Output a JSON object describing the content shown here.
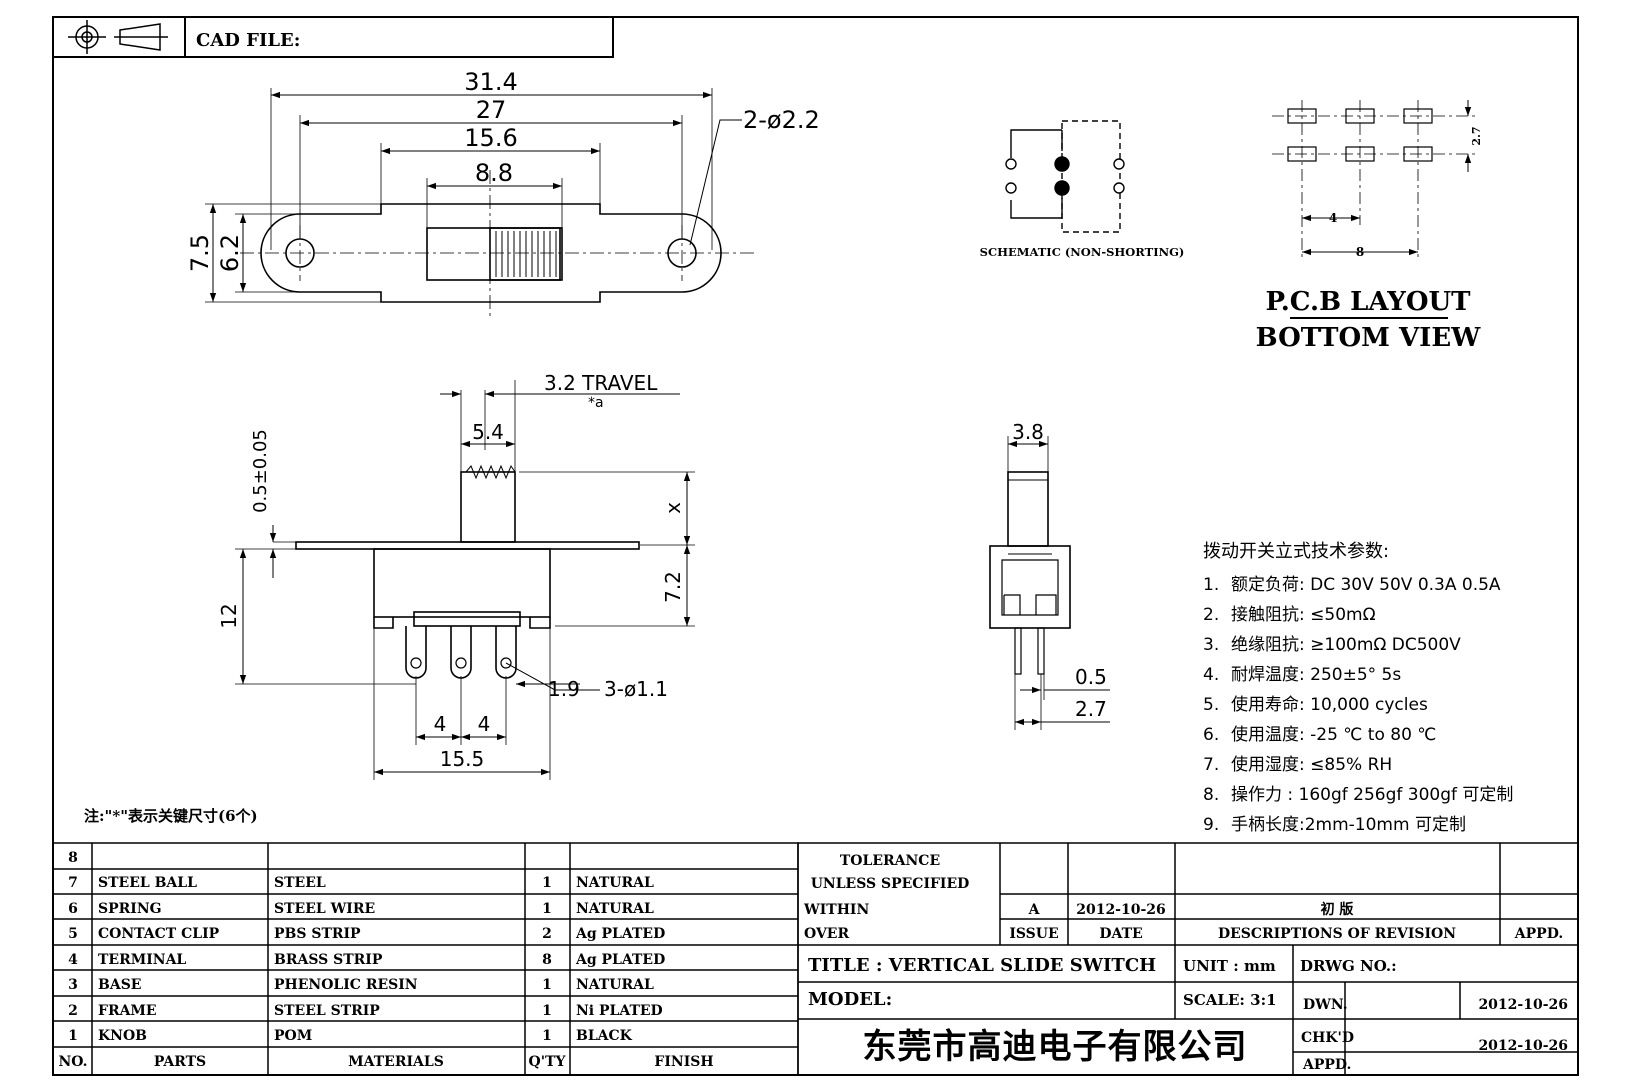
{
  "header": {
    "cad_file_label": "CAD FILE:"
  },
  "top_view": {
    "dims": [
      "31.4",
      "27",
      "15.6",
      "8.8",
      "7.5",
      "6.2"
    ],
    "hole_callout": "2-ø2.2"
  },
  "front_view": {
    "travel": "3.2 TRAVEL",
    "travel_note": "*a",
    "dims": [
      "5.4",
      "0.5±0.05",
      "x",
      "12",
      "7.2",
      "4",
      "4",
      "15.5",
      "1.9"
    ],
    "pin_callout": "3-ø1.1"
  },
  "side_view": {
    "dims": [
      "3.8",
      "0.5",
      "2.7"
    ]
  },
  "schematic": {
    "label": "SCHEMATIC (NON-SHORTING)"
  },
  "pcb": {
    "dims": [
      "2.7",
      "4",
      "8"
    ],
    "title_line1": "P.C.B LAYOUT",
    "title_line2": "BOTTOM VIEW"
  },
  "specs": {
    "heading": "拨动开关立式技术参数:",
    "items": [
      {
        "n": "1.",
        "text": "额定负荷: DC 30V    50V    0.3A    0.5A"
      },
      {
        "n": "2.",
        "text": "接触阻抗: ≤50mΩ"
      },
      {
        "n": "3.",
        "text": "绝缘阻抗: ≥100mΩ   DC500V"
      },
      {
        "n": "4.",
        "text": "耐焊温度: 250±5°  5s"
      },
      {
        "n": "5.",
        "text": "使用寿命: 10,000 cycles"
      },
      {
        "n": "6.",
        "text": "使用温度: -25 ℃  to 80 ℃"
      },
      {
        "n": "7.",
        "text": "使用湿度: ≤85% RH"
      },
      {
        "n": "8.",
        "text": "操作力 : 160gf    256gf    300gf  可定制"
      },
      {
        "n": "9.",
        "text": "手柄长度:2mm-10mm  可定制"
      }
    ]
  },
  "note": "注:\"*\"表示关键尺寸(6个)",
  "bom": {
    "rows": [
      {
        "no": "8",
        "part": "",
        "material": "",
        "qty": "",
        "finish": ""
      },
      {
        "no": "7",
        "part": "STEEL BALL",
        "material": "STEEL",
        "qty": "1",
        "finish": "NATURAL"
      },
      {
        "no": "6",
        "part": "SPRING",
        "material": "STEEL WIRE",
        "qty": "1",
        "finish": "NATURAL"
      },
      {
        "no": "5",
        "part": "CONTACT CLIP",
        "material": "PBS STRIP",
        "qty": "2",
        "finish": "Ag PLATED"
      },
      {
        "no": "4",
        "part": "TERMINAL",
        "material": "BRASS STRIP",
        "qty": "8",
        "finish": "Ag PLATED"
      },
      {
        "no": "3",
        "part": "BASE",
        "material": "PHENOLIC RESIN",
        "qty": "1",
        "finish": "NATURAL"
      },
      {
        "no": "2",
        "part": "FRAME",
        "material": "STEEL STRIP",
        "qty": "1",
        "finish": "Ni PLATED"
      },
      {
        "no": "1",
        "part": "KNOB",
        "material": "POM",
        "qty": "1",
        "finish": "BLACK"
      }
    ],
    "headers": {
      "no": "NO.",
      "part": "PARTS",
      "material": "MATERIALS",
      "qty": "Q'TY",
      "finish": "FINISH"
    }
  },
  "title_block": {
    "tolerance": "TOLERANCE",
    "unless": "UNLESS   SPECIFIED",
    "within": "WITHIN",
    "over": "OVER",
    "issue_value": "A",
    "date_value": "2012-10-26",
    "revision_desc": "初   版",
    "issue_label": "ISSUE",
    "date_label": "DATE",
    "desc_label": "DESCRIPTIONS OF REVISION",
    "appd_label": "APPD.",
    "title": "TITLE :   VERTICAL SLIDE SWITCH",
    "unit": "UNIT :  mm",
    "drwg_no": "DRWG NO.:",
    "model": "MODEL:",
    "scale": "SCALE:  3:1",
    "dwn": "DWN.",
    "dwn_date": "2012-10-26",
    "chkd": "CHK'D",
    "chkd_date": "2012-10-26",
    "appd2": "APPD.",
    "company": "东莞市高迪电子有限公司"
  }
}
